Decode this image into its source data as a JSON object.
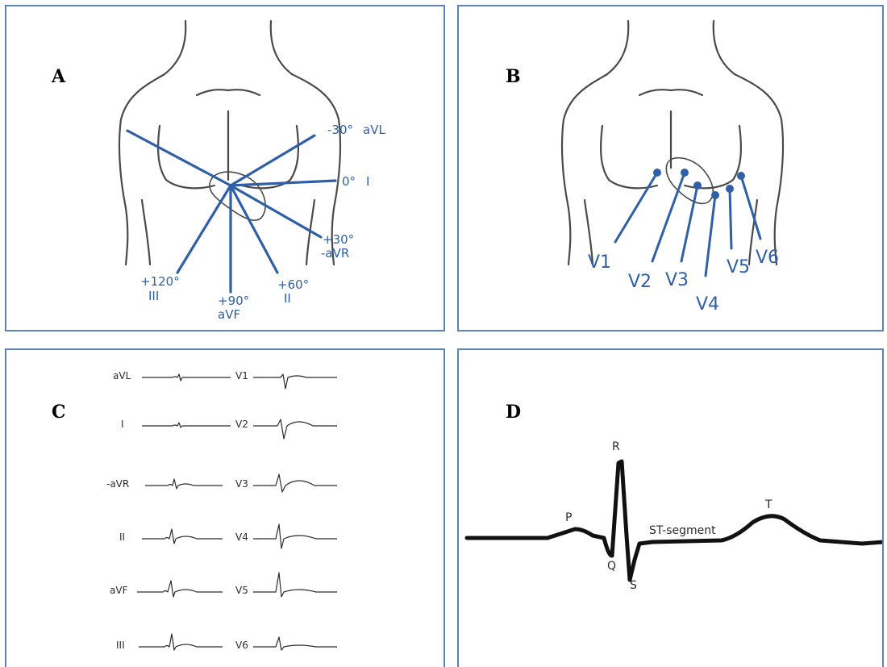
{
  "panels": {
    "a": {
      "letter": "A",
      "limb_leads": [
        {
          "angle": "-30°",
          "name": "aVL"
        },
        {
          "angle": "0°",
          "name": "I"
        },
        {
          "angle": "+30°",
          "name": "-aVR"
        },
        {
          "angle": "+60°",
          "name": "II"
        },
        {
          "angle": "+90°",
          "name": "aVF"
        },
        {
          "angle": "+120°",
          "name": "III"
        }
      ]
    },
    "b": {
      "letter": "B",
      "chest_leads": [
        "V1",
        "V2",
        "V3",
        "V4",
        "V5",
        "V6"
      ]
    },
    "c": {
      "letter": "C",
      "left_leads": [
        "aVL",
        "I",
        "-aVR",
        "II",
        "aVF",
        "III"
      ],
      "right_leads": [
        "V1",
        "V2",
        "V3",
        "V4",
        "V5",
        "V6"
      ]
    },
    "d": {
      "letter": "D",
      "waves": {
        "p": "P",
        "q": "Q",
        "r": "R",
        "s": "S",
        "t": "T",
        "st": "ST-segment"
      }
    }
  },
  "colors": {
    "lead_blue": "#2f5fa7",
    "border": "#5b83b8",
    "body_outline": "#4a4a4a",
    "ink": "#111111"
  }
}
